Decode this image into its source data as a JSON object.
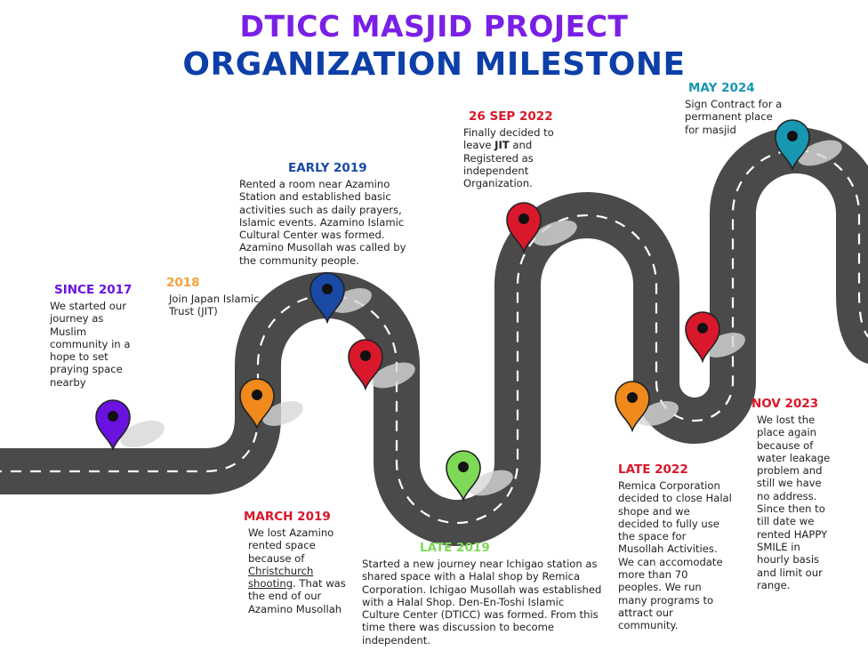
{
  "title": {
    "line1": "DTICC MASJID PROJECT",
    "line2": "ORGANIZATION MILESTONE"
  },
  "colors": {
    "title1": "#7a1fe6",
    "title2": "#0c3fa8",
    "road": "#4a4a4a",
    "pin_purple": "#6a12e0",
    "pin_orange": "#f08a1c",
    "pin_blue": "#1a4aa6",
    "pin_red": "#d9182b",
    "pin_green": "#7ed957",
    "pin_teal": "#1797b0"
  },
  "milestones": [
    {
      "label": "SINCE 2017",
      "color": "#6a12e0",
      "text": "We started our journey as Muslim community in a hope to set praying space nearby"
    },
    {
      "label": "2018",
      "color": "#f2a33a",
      "text": "Join Japan Islamic Trust (JIT)"
    },
    {
      "label": "EARLY 2019",
      "color": "#1a4aa6",
      "text": "Rented a room near Azamino Station and established basic activities such as daily prayers, Islamic events. Azamino Islamic Cultural Center was formed. Azamino Musollah was called by the community people."
    },
    {
      "label": "MARCH 2019",
      "color": "#d9182b",
      "text_before": "We lost Azamino rented space because of ",
      "text_link": "Christchurch shooting",
      "text_after": ". That was the end of our Azamino Musollah"
    },
    {
      "label": "LATE  2019",
      "color": "#7ed957",
      "text": "Started a new journey near Ichigao station as shared space with a Halal shop by Remica Corporation. Ichigao Musollah was established with a Halal Shop. Den-En-Toshi Islamic Culture Center (DTICC) was formed. From this time there was discussion to become independent."
    },
    {
      "label": "26 SEP 2022",
      "color": "#d9182b",
      "text_before": "Finally decided to leave ",
      "text_bold": "JIT",
      "text_after": " and Registered as independent Organization."
    },
    {
      "label": "LATE 2022",
      "color": "#d9182b",
      "text": "Remica Corporation decided to close Halal shope and we decided to fully use the space for Musollah Activities. We can accomodate more than 70 peoples. We run many programs to attract our community."
    },
    {
      "label": "NOV  2023",
      "color": "#d9182b",
      "text": "We lost the place again because of water leakage problem and still we have no address. Since then to till date we rented HAPPY SMILE in hourly basis and limit our range."
    },
    {
      "label": "MAY 2024",
      "color": "#1797b0",
      "text": "Sign Contract for a permanent place for masjid"
    }
  ]
}
